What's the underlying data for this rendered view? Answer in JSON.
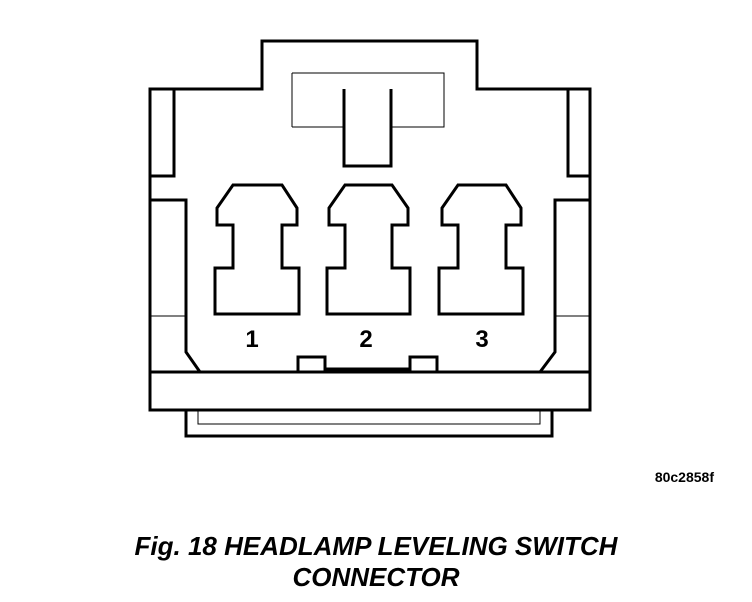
{
  "connector": {
    "pins": [
      {
        "label": "1"
      },
      {
        "label": "2"
      },
      {
        "label": "3"
      }
    ]
  },
  "figure_id": "80c2858f",
  "caption": {
    "line1": "Fig. 18 HEADLAMP LEVELING SWITCH",
    "line2": "CONNECTOR"
  }
}
